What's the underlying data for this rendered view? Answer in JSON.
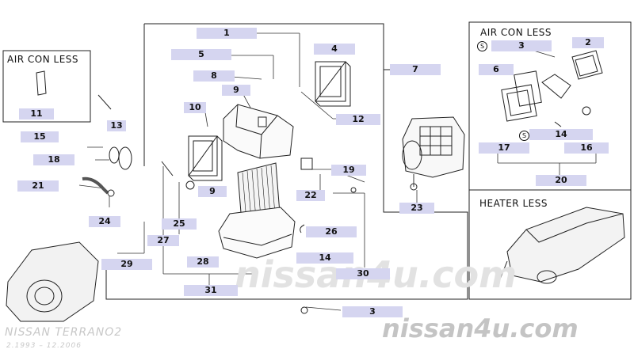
{
  "diagram": {
    "left_panel_title": "AIR CON LESS",
    "right_top_title": "AIR CON LESS",
    "right_bottom_title": "HEATER LESS",
    "s_mark_symbol": "S",
    "watermark_center": "nissan4u.com",
    "watermark_footer": "nissan4u.com",
    "model": "NISSAN TERRANO2",
    "date_range": "2.1993 – 12.2006"
  },
  "labels": {
    "l1": "1",
    "l2": "2",
    "l3_top": "3",
    "l3_bottom": "3",
    "l4": "4",
    "l5": "5",
    "l6": "6",
    "l7": "7",
    "l8": "8",
    "l9_upper": "9",
    "l9_lower": "9",
    "l10": "10",
    "l11": "11",
    "l12": "12",
    "l13": "13",
    "l14_right": "14",
    "l14_main": "14",
    "l15": "15",
    "l16": "16",
    "l17": "17",
    "l18": "18",
    "l19": "19",
    "l20": "20",
    "l21": "21",
    "l22": "22",
    "l23": "23",
    "l24": "24",
    "l25": "25",
    "l26": "26",
    "l27": "27",
    "l28": "28",
    "l29": "29",
    "l30": "30",
    "l31": "31"
  }
}
